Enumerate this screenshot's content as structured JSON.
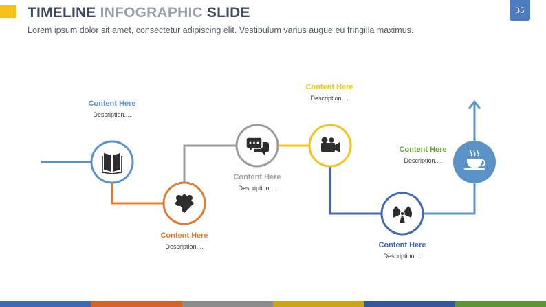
{
  "header": {
    "title_part1": "TIMELINE",
    "title_part2": "INFOGRAPHIC",
    "title_part3": "SLIDE",
    "subtitle": "Lorem ipsum dolor sit amet, consectetur adipiscing elit. Vestibulum varius augue eu fringilla maximus.",
    "page_number": "35"
  },
  "colors": {
    "blue": "#5b93c7",
    "orange": "#e07b2f",
    "gray": "#9b9b9b",
    "yellow": "#f1c31b",
    "dark_blue": "#3f69b0",
    "green": "#6a9f3a",
    "accent_yellow": "#f6c21a",
    "badge_blue": "#4e7bbf"
  },
  "steps": [
    {
      "icon": "book-icon",
      "color": "#5b93c7",
      "heading": "Content Here",
      "description": "Description...."
    },
    {
      "icon": "puzzle-icon",
      "color": "#e07b2f",
      "heading": "Content Here",
      "description": "Description...."
    },
    {
      "icon": "chat-icon",
      "color": "#9b9b9b",
      "heading": "Content Here",
      "description": "Description...."
    },
    {
      "icon": "video-camera-icon",
      "color": "#f1c31b",
      "heading": "Content Here",
      "description": "Description...."
    },
    {
      "icon": "radiation-icon",
      "color": "#3f69b0",
      "heading": "Content Here",
      "description": "Description...."
    },
    {
      "icon": "coffee-cup-icon",
      "color": "#6a9f3a",
      "heading": "Content Here",
      "description": "Description...."
    }
  ],
  "bottom_bar": [
    "#3f69b0",
    "#d4632a",
    "#8c8c8c",
    "#c9a418",
    "#34589a",
    "#5f9436"
  ]
}
